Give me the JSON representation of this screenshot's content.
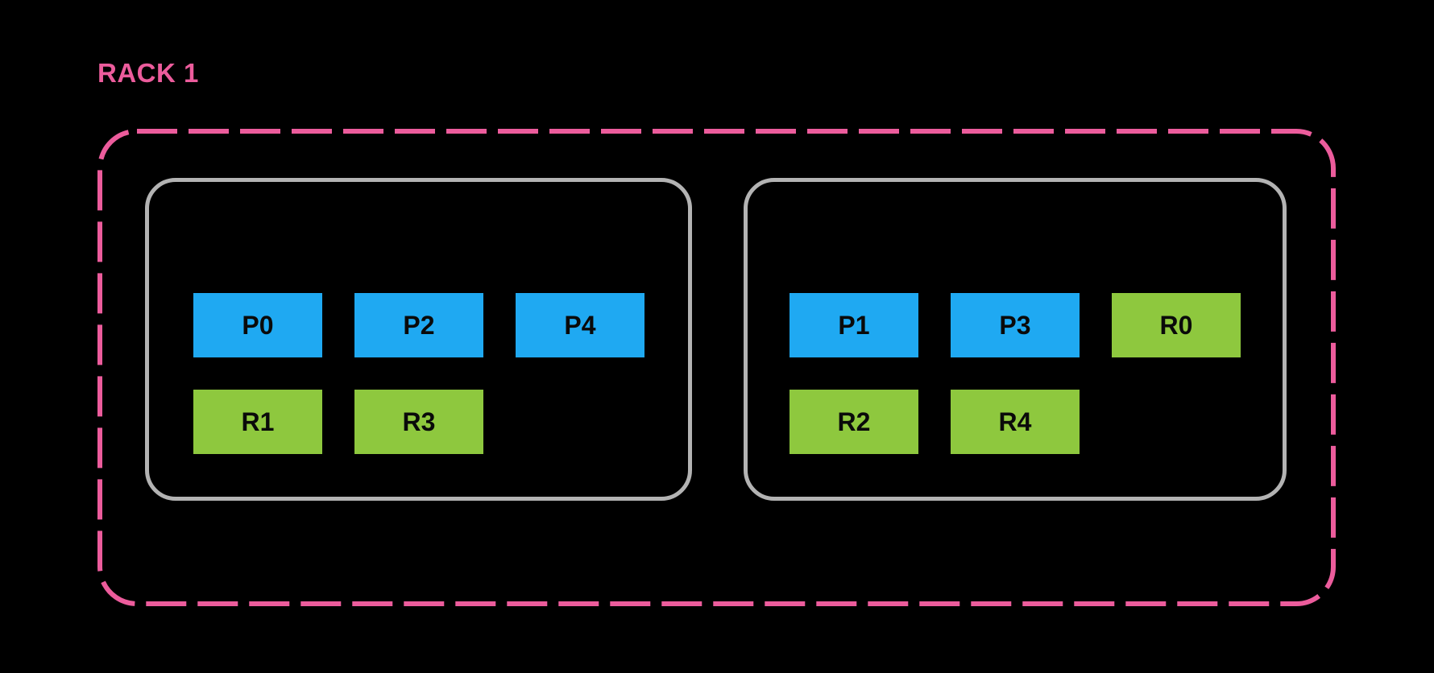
{
  "rack": {
    "label": "RACK 1",
    "nodes": [
      {
        "id": "node-1",
        "slots": [
          {
            "label": "P0",
            "role": "primary"
          },
          {
            "label": "P2",
            "role": "primary"
          },
          {
            "label": "P4",
            "role": "primary"
          },
          {
            "label": "R1",
            "role": "replica"
          },
          {
            "label": "R3",
            "role": "replica"
          }
        ]
      },
      {
        "id": "node-2",
        "slots": [
          {
            "label": "P1",
            "role": "primary"
          },
          {
            "label": "P3",
            "role": "primary"
          },
          {
            "label": "R0",
            "role": "replica"
          },
          {
            "label": "R2",
            "role": "replica"
          },
          {
            "label": "R4",
            "role": "replica"
          }
        ]
      }
    ]
  },
  "colors": {
    "background": "#000000",
    "rack_border": "#EC5C9C",
    "rack_label": "#EC5C9C",
    "node_border": "#B3B3B3",
    "primary_fill": "#1FA9F2",
    "replica_fill": "#8EC83E",
    "slot_text": "#0A0A0A"
  }
}
